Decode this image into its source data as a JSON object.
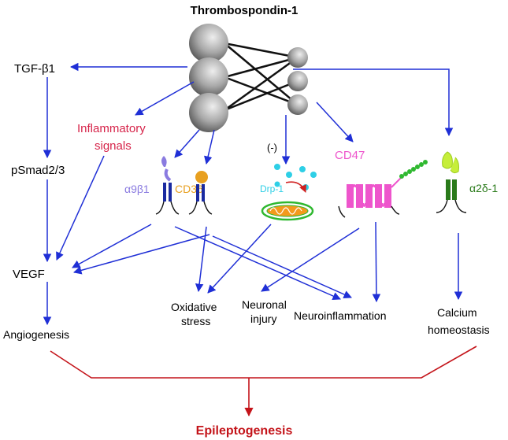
{
  "title": "Thrombospondin-1",
  "labels": {
    "tgf": "TGF-β1",
    "psmad": "pSmad2/3",
    "vegf": "VEGF",
    "angiogenesis": "Angiogenesis",
    "inflammatory_line1": "Inflammatory",
    "inflammatory_line2": "signals",
    "a9b1": "α9β1",
    "cd36": "CD36",
    "neg": "(-)",
    "drp1": "Drp-1",
    "cd47": "CD47",
    "a2d1": "α2δ-1",
    "oxidative_line1": "Oxidative",
    "oxidative_line2": "stress",
    "neuronal_line1": "Neuronal",
    "neuronal_line2": "injury",
    "neuroinflammation": "Neuroinflammation",
    "calcium_line1": "Calcium",
    "calcium_line2": "homeostasis",
    "epileptogenesis": "Epileptogenesis"
  },
  "colors": {
    "arrow": "#1f2fd6",
    "epilepto": "#c4141a",
    "inflammatory": "#d6244a",
    "a9b1": "#8a7be0",
    "cd36": "#e8a020",
    "drp1": "#2ecfe6",
    "cd47": "#ee55cc",
    "a2d1": "#2a7a1a",
    "receptor_blue": "#1a2aa0",
    "sphere_dark": "#5c5c5c",
    "sphere_light": "#e8e8e8"
  }
}
